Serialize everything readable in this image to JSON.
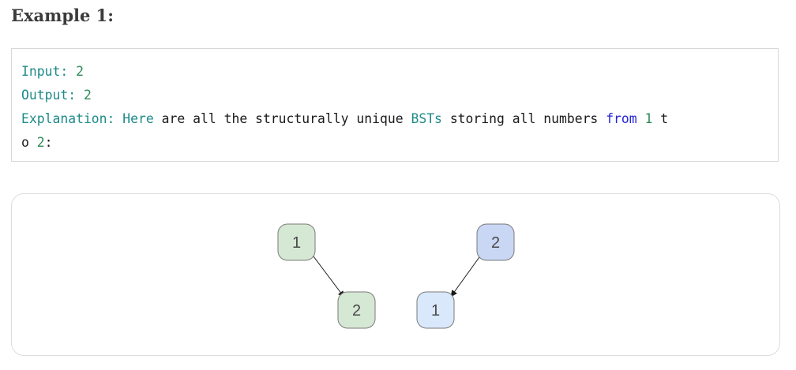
{
  "heading": "Example 1:",
  "code": {
    "line1": {
      "label": "Input:",
      "value": "2"
    },
    "line2": {
      "label": "Output:",
      "value": "2"
    },
    "line3": {
      "label": "Explanation:",
      "here": "Here",
      "mid": "are all the structurally unique",
      "bsts": "BSTs",
      "mid2": "storing all numbers",
      "from": "from",
      "one": "1",
      "t": "t"
    },
    "line4": {
      "o": "o",
      "two": "2",
      "colon": ":"
    }
  },
  "diagram": {
    "colors": {
      "green_fill": "#d5e8d4",
      "green_stroke": "#82b366",
      "blue_fill": "#dae8fc",
      "blue_stroke": "#6c8ebf",
      "blue_fill_dark": "#c9d7f5",
      "edge": "#1a1a1a"
    },
    "tree1": {
      "root": "1",
      "child": "2"
    },
    "tree2": {
      "root": "2",
      "child": "1"
    }
  }
}
